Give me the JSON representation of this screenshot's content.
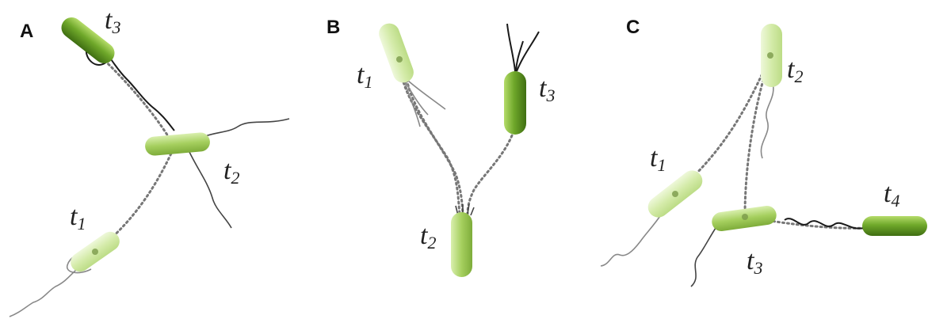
{
  "panels": [
    {
      "label": "A",
      "times": [
        {
          "t": "t",
          "sub": "3"
        },
        {
          "t": "t",
          "sub": "2"
        },
        {
          "t": "t",
          "sub": "1"
        }
      ]
    },
    {
      "label": "B",
      "times": [
        {
          "t": "t",
          "sub": "1"
        },
        {
          "t": "t",
          "sub": "3"
        },
        {
          "t": "t",
          "sub": "2"
        }
      ]
    },
    {
      "label": "C",
      "times": [
        {
          "t": "t",
          "sub": "2"
        },
        {
          "t": "t",
          "sub": "1"
        },
        {
          "t": "t",
          "sub": "4"
        },
        {
          "t": "t",
          "sub": "3"
        }
      ]
    }
  ],
  "colors": {
    "cell_dark": "#6fa82a",
    "cell_mid": "#a5cf5e",
    "cell_light": "#d4eba9",
    "trajectory": "#777777"
  }
}
